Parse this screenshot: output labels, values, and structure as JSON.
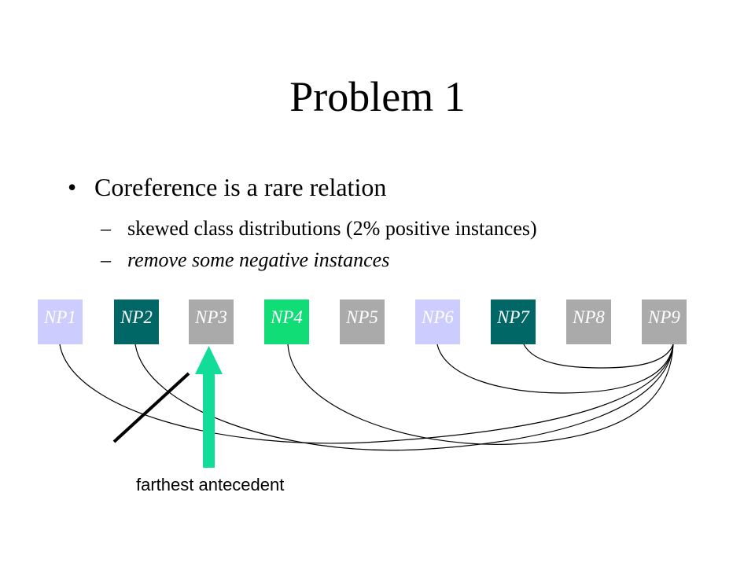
{
  "slide": {
    "title": "Problem 1",
    "bullet": "Coreference is a rare relation",
    "bullet_marker": "•",
    "sub_marker": "–",
    "sub_bullets": [
      "skewed class distributions (2% positive instances)",
      "remove some negative instances"
    ]
  },
  "diagram": {
    "nodes": [
      {
        "label": "NP1",
        "color": "#ccccff"
      },
      {
        "label": "NP2",
        "color": "#006666"
      },
      {
        "label": "NP3",
        "color": "#aaaaaa"
      },
      {
        "label": "NP4",
        "color": "#11dd77"
      },
      {
        "label": "NP5",
        "color": "#aaaaaa"
      },
      {
        "label": "NP6",
        "color": "#ccccff"
      },
      {
        "label": "NP7",
        "color": "#006666"
      },
      {
        "label": "NP8",
        "color": "#aaaaaa"
      },
      {
        "label": "NP9",
        "color": "#aaaaaa"
      }
    ],
    "links": [
      {
        "from": "NP1",
        "to": "NP9"
      },
      {
        "from": "NP2",
        "to": "NP9"
      },
      {
        "from": "NP4",
        "to": "NP9"
      },
      {
        "from": "NP6",
        "to": "NP9"
      },
      {
        "from": "NP7",
        "to": "NP9"
      }
    ],
    "struck_link": {
      "from": "NP2",
      "to": "NP9"
    },
    "arrow_color": "#11dd99",
    "arrow_target": "NP3",
    "caption": "farthest antecedent"
  }
}
